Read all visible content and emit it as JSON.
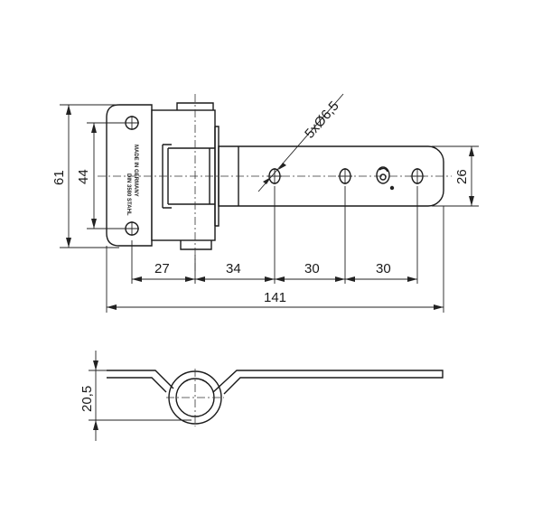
{
  "dimensions": {
    "overall_height": "61",
    "hole_spacing_vertical": "44",
    "strap_width": "26",
    "hole_spec": "5xØ6,5",
    "offset_first": "27",
    "pitch_1": "34",
    "pitch_2": "30",
    "pitch_3": "30",
    "overall_length": "141",
    "side_height": "20,5"
  },
  "markings": {
    "leaf_engraving_1": "MADE IN GERMANY",
    "leaf_engraving_2": "DIN 3580 STAHL"
  },
  "icons": {
    "logo": "manufacturer-logo-icon"
  }
}
